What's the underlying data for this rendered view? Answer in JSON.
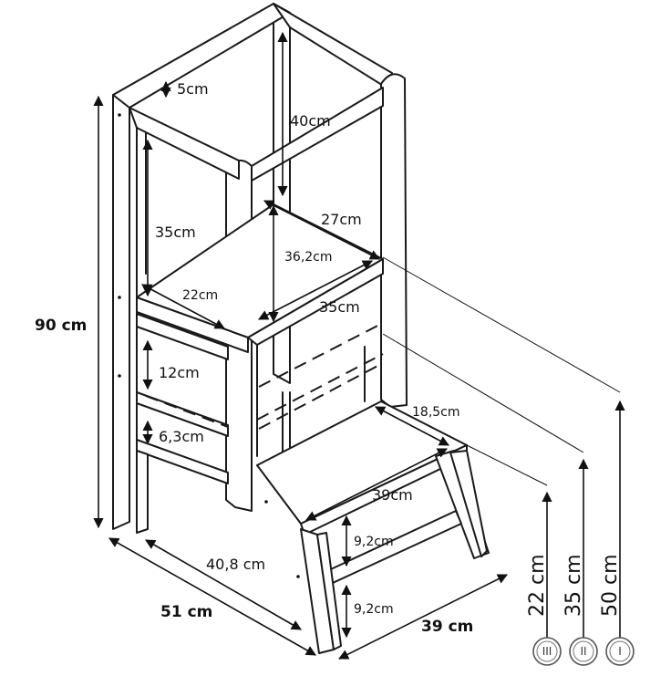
{
  "dimensions": {
    "top_rail": "5cm",
    "inner_depth_top": "40cm",
    "side_height_upper": "35cm",
    "platform_depth": "27cm",
    "platform_width": "36,2cm",
    "platform_side": "22cm",
    "platform_front": "35cm",
    "rail_gap": "12cm",
    "rail_small": "6,3cm",
    "step_depth": "18,5cm",
    "step_width": "39cm",
    "step_height_upper": "9,2cm",
    "step_height_lower": "9,2cm",
    "base_depth": "40,8 cm",
    "total_height": "90 cm",
    "total_depth": "51 cm",
    "total_width": "39 cm"
  },
  "levels": [
    {
      "numeral": "III",
      "height": "22 cm"
    },
    {
      "numeral": "II",
      "height": "35 cm"
    },
    {
      "numeral": "I",
      "height": "50 cm"
    }
  ]
}
